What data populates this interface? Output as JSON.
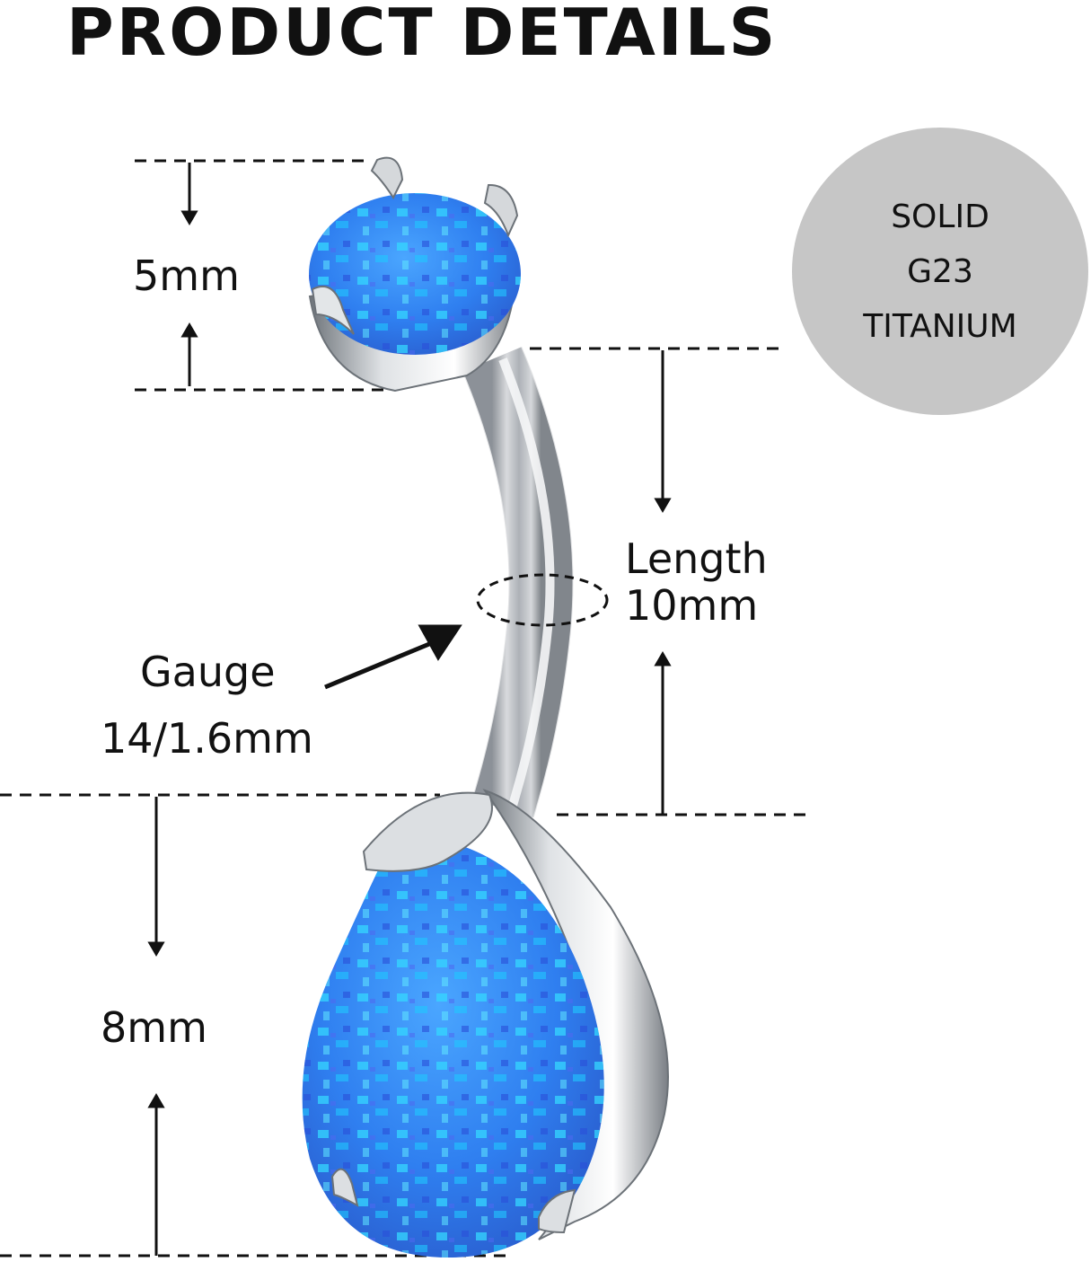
{
  "title": "PRODUCT DETAILS",
  "badge": {
    "lines": [
      "SOLID",
      "G23",
      "TITANIUM"
    ],
    "color": "#c6c6c6"
  },
  "dimensions": {
    "top_ball": "5mm",
    "bar_length_label": "Length",
    "bar_length_value": "10mm",
    "gauge_label": "Gauge",
    "gauge_value": "14/1.6mm",
    "bottom_stone": "8mm"
  },
  "colors": {
    "opal": "#3a7fe8",
    "metal": "#c8ccd0",
    "text": "#111111"
  }
}
